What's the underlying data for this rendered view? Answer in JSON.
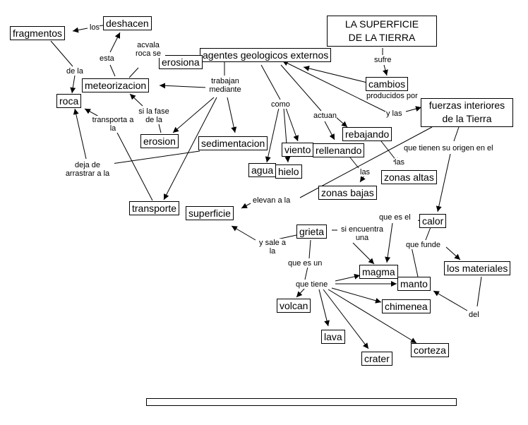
{
  "concepts": {
    "superficie_tierra": "LA SUPERFICIE DE LA TIERRA",
    "agentes": "agentes geologicos externos",
    "erosiona": "erosiona",
    "fragmentos": "fragmentos",
    "deshacen": "deshacen",
    "meteorizacion": "meteorizacion",
    "roca": "roca",
    "erosion": "erosion",
    "sedimentacion": "sedimentacion",
    "transporte": "transporte",
    "superficie": "superficie",
    "cambios": "cambios",
    "fuerzas": "fuerzas interiores de la Tierra",
    "agua": "agua",
    "hielo": "hielo",
    "viento": "viento",
    "rellenando": "rellenando",
    "rebajando": "rebajando",
    "zonas_altas": "zonas altas",
    "zonas_bajas": "zonas bajas",
    "calor": "calor",
    "grieta": "grieta",
    "magma": "magma",
    "manto": "manto",
    "los_materiales": "los materiales",
    "volcan": "volcan",
    "chimenea": "chimenea",
    "lava": "lava",
    "crater": "crater",
    "corteza": "corteza"
  },
  "link_labels": {
    "los": "los",
    "esta": "esta",
    "acvala": "acvala roca se",
    "de_la": "de la",
    "trabajan": "trabajan mediante",
    "si_la_fase": "si la fase de la",
    "transporta": "transporta a la",
    "deja_de": "deja de arrastrar a la",
    "como": "como",
    "actuan": "actuan",
    "sufre": "sufre",
    "producidos": "producidos por",
    "y_las": "y las",
    "las1": "las",
    "las2": "las",
    "origen": "que tienen su origen en el",
    "elevan": "elevan a la",
    "que_es_el": "que es el",
    "que_funde": "que funde",
    "si_encuentra": "si encuentra una",
    "y_sale": "y sale a la",
    "que_es_un": "que es un",
    "que_tiene": "que tiene",
    "del": "del"
  }
}
